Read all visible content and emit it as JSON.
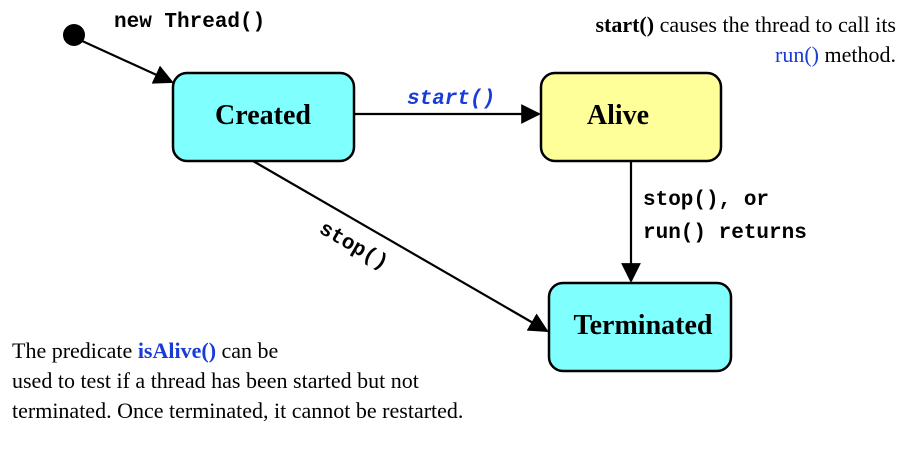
{
  "colors": {
    "created_fill": "#80ffff",
    "alive_fill": "#ffff99",
    "terminated_fill": "#80ffff",
    "accent_blue": "#1a3cd6"
  },
  "states": {
    "created": "Created",
    "alive": "Alive",
    "terminated": "Terminated"
  },
  "transitions": {
    "initial": "new Thread()",
    "created_to_alive": "start()",
    "created_to_terminated": "stop()",
    "alive_to_terminated_line1": "stop(), or",
    "alive_to_terminated_line2": "run() returns"
  },
  "note_right": {
    "keyword": "start()",
    "text1": " causes the thread to call its",
    "keyword2": "run()",
    "text2": " method."
  },
  "note_left": {
    "prefix": "The predicate ",
    "keyword": "isAlive()",
    "suffix": " can be",
    "rest": "used to test if a thread has been started but not terminated. Once terminated, it cannot be restarted."
  }
}
